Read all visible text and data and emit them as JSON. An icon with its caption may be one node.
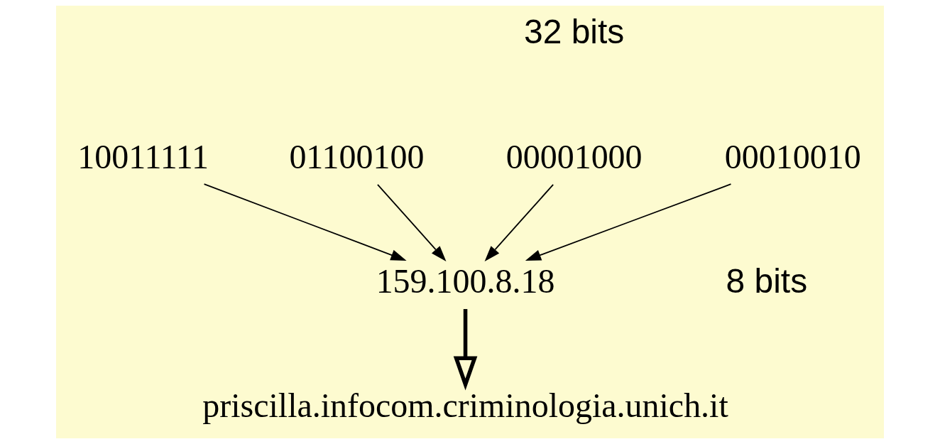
{
  "diagram": {
    "nodes": [
      {
        "text": [
          "10011111"
        ]
      },
      {
        "text": [
          "01100100"
        ]
      },
      {
        "text": [
          "00001000"
        ]
      },
      {
        "text": [
          "00010010"
        ]
      },
      {
        "text": [
          "159.100.8.18"
        ]
      },
      {
        "text": [
          "priscilla.infocom.criminologia.unich.it"
        ]
      }
    ],
    "edges": [
      {
        "from": 0,
        "to": 4,
        "arrow": "to"
      },
      {
        "from": 1,
        "to": 4,
        "arrow": "to"
      },
      {
        "from": 2,
        "to": 4,
        "arrow": "to"
      },
      {
        "from": 3,
        "to": 4,
        "arrow": "to"
      },
      {
        "from": 4,
        "to": 5,
        "arrow": "to",
        "style": "thick"
      }
    ],
    "labels": [
      "32 bits",
      "8 bits"
    ]
  }
}
